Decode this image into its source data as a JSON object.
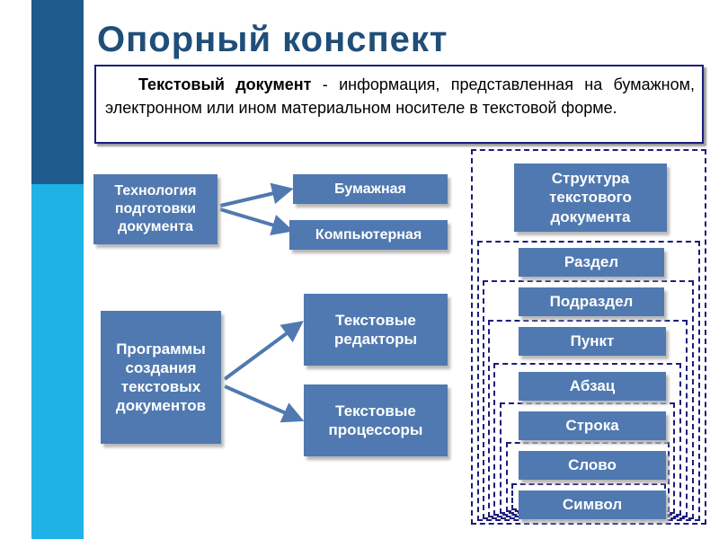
{
  "title": "Опорный конспект",
  "definition": {
    "term": "Текстовый документ",
    "text": " - информация, представленная на бумажном, электронном или ином материальном носителе в текстовой форме."
  },
  "technology": {
    "label": "Технология\nподготовки\nдокумента",
    "branches": [
      "Бумажная",
      "Компьютерная"
    ]
  },
  "programs": {
    "label": "Программы\nсоздания\nтекстовых\nдокументов",
    "branches": [
      "Текстовые\nредакторы",
      "Текстовые\nпроцессоры"
    ]
  },
  "structure": {
    "label": "Структура\nтекстового\nдокумента",
    "levels": [
      "Раздел",
      "Подраздел",
      "Пункт",
      "Абзац",
      "Строка",
      "Слово",
      "Символ"
    ]
  },
  "colors": {
    "box": "#4f79b0",
    "title": "#1f4e79",
    "dash": "#1c1c7c",
    "strip_dark": "#1f5a8c",
    "strip_light": "#1fb2e6"
  }
}
